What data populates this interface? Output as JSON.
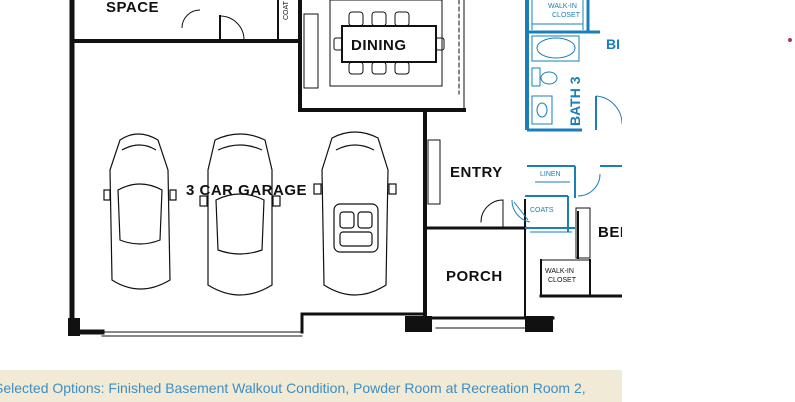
{
  "rooms": {
    "space": "SPACE",
    "coat": "COAT",
    "dining": "DINING",
    "walk_in_closet_top": [
      "WALK-IN",
      "CLOSET"
    ],
    "bath3": "BATH 3",
    "bedroom_partial_top": "BI",
    "garage": "3 CAR GARAGE",
    "entry": "ENTRY",
    "linen": "LINEN",
    "coats": "COATS",
    "bedroom_partial": "BEI",
    "porch": "PORCH",
    "walk_in_closet_bottom": [
      "WALK-IN",
      "CLOSET"
    ]
  },
  "options": {
    "text": "Selected Options: Finished Basement Walkout Condition, Powder Room at Recreation Room 2,"
  },
  "colors": {
    "wall": "#111111",
    "accent_blue": "#1a7fb8",
    "bar_bg": "#f1ead6",
    "bar_text": "#3f8ec2",
    "marker": "#b0306a"
  }
}
